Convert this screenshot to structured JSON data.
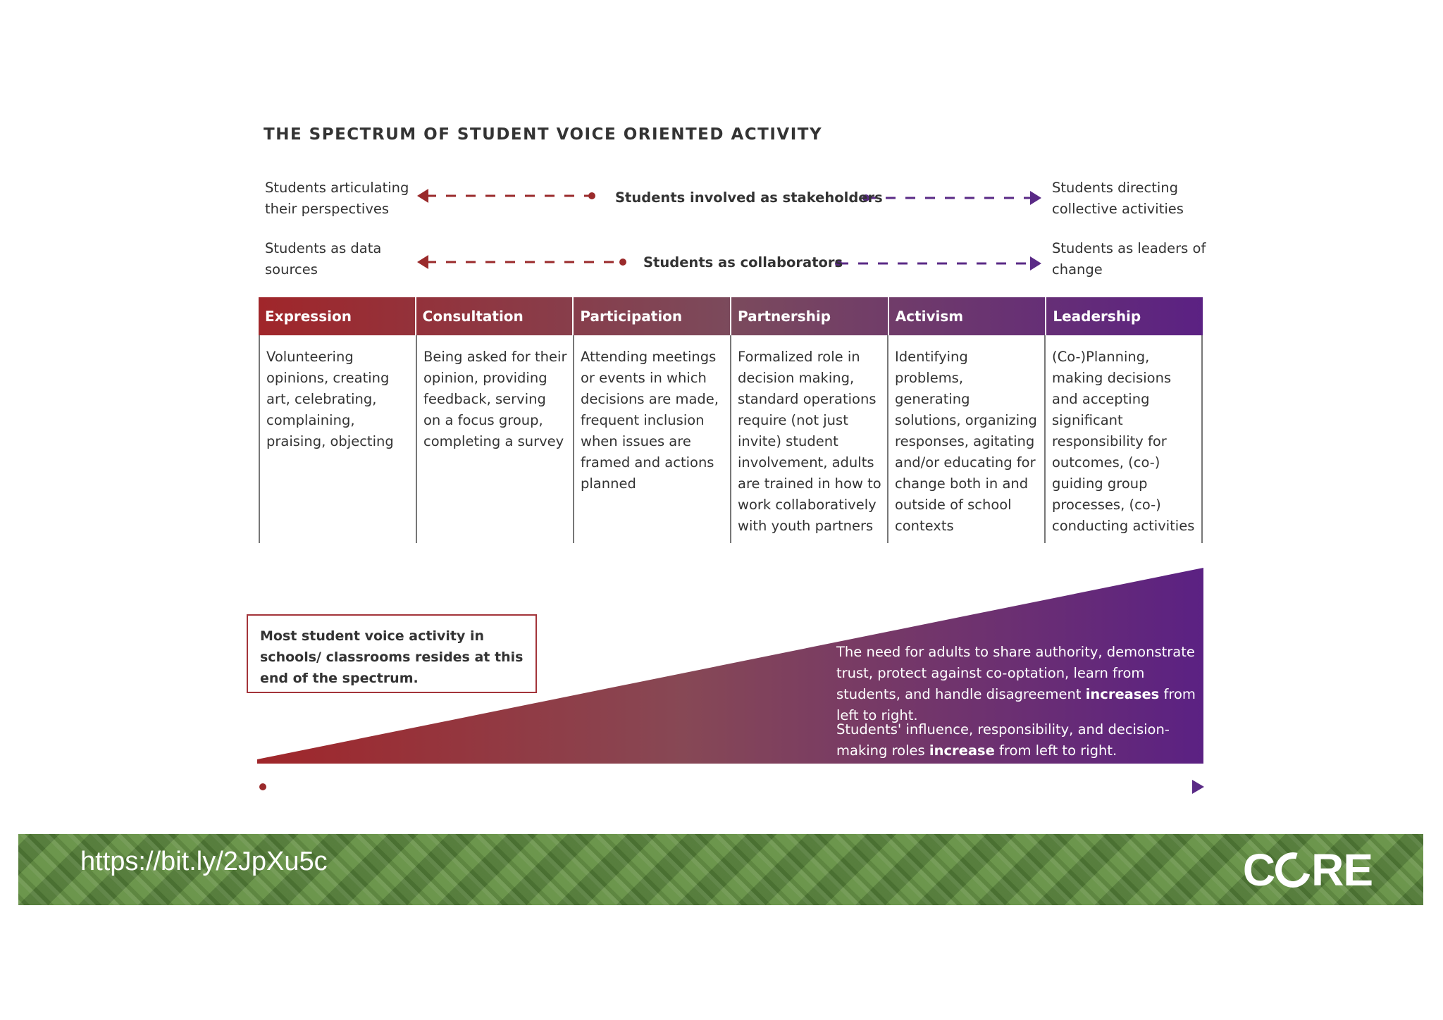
{
  "title": "THE SPECTRUM OF STUDENT VOICE ORIENTED ACTIVITY",
  "row1": {
    "left": "Students articulating their perspectives",
    "center": "Students involved as stakeholders",
    "right": "Students directing collective activities"
  },
  "row2": {
    "left": "Students as data sources",
    "center": "Students as collaborators",
    "right": "Students as leaders of change"
  },
  "columns": [
    {
      "header": "Expression",
      "body": "Volunteering opinions, creating art, celebrating, complaining, praising, objecting"
    },
    {
      "header": "Consultation",
      "body": "Being asked for their opinion, providing feedback, serving on a focus group, completing a survey"
    },
    {
      "header": "Participation",
      "body": "Attending meetings or events in which decisions are made, frequent inclusion when issues are framed and actions planned"
    },
    {
      "header": "Partnership",
      "body": "Formalized role in decision making, standard operations require (not just invite) student involvement, adults are trained in how to work collaboratively with youth partners"
    },
    {
      "header": "Activism",
      "body": "Identifying problems, generating solutions, organizing responses, agitating and/or educating for change both in and outside of school contexts"
    },
    {
      "header": "Leadership",
      "body": "(Co-)Planning, making decisions and accepting significant responsibility for outcomes, (co-) guiding group processes, (co-) conducting activities"
    }
  ],
  "note": "Most student voice activity in schools/ classrooms resides at this end of the spectrum.",
  "wedge": {
    "p1_pre": "The need for adults to share authority, demonstrate trust, protect against co-optation, learn from students, and handle disagreement ",
    "p1_bold": "increases",
    "p1_post": " from left to right.",
    "p2_pre": "Students' influence, responsibility, and decision-making roles ",
    "p2_bold": "increase",
    "p2_post": " from left to right."
  },
  "banner": {
    "url": "https://bit.ly/2JpXu5c",
    "logo": "CORE"
  },
  "colors": {
    "red": "#9a2a2b",
    "purple": "#5a2a86",
    "gradient_start": "#a0262a",
    "gradient_end": "#5b2183"
  }
}
